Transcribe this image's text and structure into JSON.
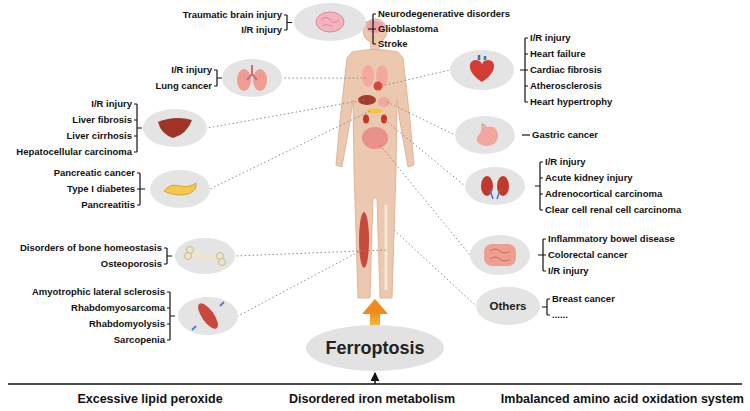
{
  "diagram": {
    "nodes": [
      {
        "text": [
          "Others"
        ]
      },
      {
        "text": [
          "Ferroptosis"
        ]
      }
    ],
    "labels": [
      "Traumatic brain injury",
      "I/R injury",
      "Neurodegenerative disorders",
      "Glioblastoma",
      "Stroke",
      "I/R injury",
      "Lung cancer",
      "I/R injury",
      "Heart failure",
      "Cardiac fibrosis",
      "Atherosclerosis",
      "Heart hypertrophy",
      "I/R injury",
      "Liver fibrosis",
      "Liver cirrhosis",
      "Hepatocellular carcinoma",
      "Gastric cancer",
      "Pancreatic cancer",
      "Type I diabetes",
      "Pancreatitis",
      "I/R injury",
      "Acute kidney injury",
      "Adrenocortical carcinoma",
      "Clear cell renal cell carcinoma",
      "Disorders of bone homeostasis",
      "Osteoporosis",
      "Inflammatory bowel disease",
      "Colorectal cancer",
      "I/R injury",
      "Amyotrophic lateral sclerosis",
      "Rhabdomyosarcoma",
      "Rhabdomyolysis",
      "Sarcopenia",
      "Breast cancer",
      "......",
      "Excessive lipid peroxide",
      "Disordered iron metabolism",
      "Imbalanced amino acid oxidation system"
    ]
  }
}
